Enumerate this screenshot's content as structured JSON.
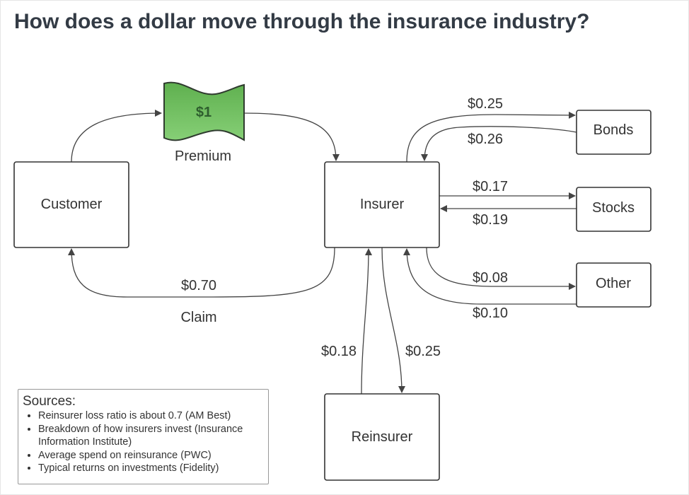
{
  "title": "How does a dollar move through the insurance industry?",
  "nodes": {
    "customer": "Customer",
    "insurer": "Insurer",
    "bonds": "Bonds",
    "stocks": "Stocks",
    "other": "Other",
    "reinsurer": "Reinsurer",
    "bill": "$1",
    "premium": "Premium",
    "claim": "Claim"
  },
  "flows": {
    "claim": "$0.70",
    "to_bonds": "$0.25",
    "from_bonds": "$0.26",
    "to_stocks": "$0.17",
    "from_stocks": "$0.19",
    "to_other": "$0.08",
    "from_other": "$0.10",
    "from_reinsurer": "$0.18",
    "to_reinsurer": "$0.25"
  },
  "sources": {
    "title": "Sources:",
    "items": [
      "Reinsurer loss ratio is about 0.7 (AM Best)",
      "Breakdown of how insurers invest (Insurance Information Institute)",
      "Average spend on reinsurance (PWC)",
      "Typical returns on investments (Fidelity)"
    ]
  },
  "colors": {
    "bill_fill": "#72c262",
    "bill_text": "#2e5e2e"
  }
}
